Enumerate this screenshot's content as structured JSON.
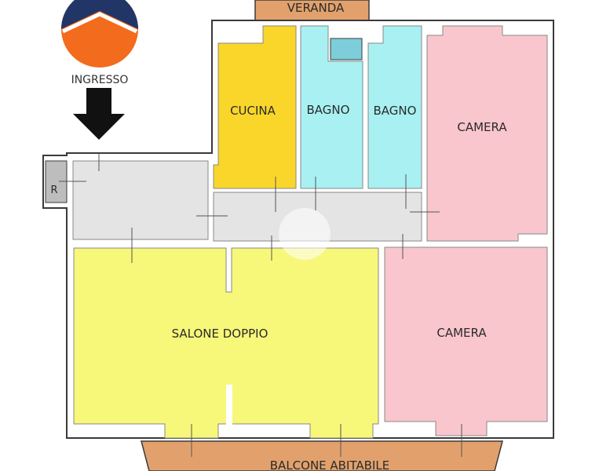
{
  "entrance": {
    "label": "INGRESSO"
  },
  "rooms": {
    "veranda": "VERANDA",
    "cucina": "CUCINA",
    "bagno_1": "BAGNO",
    "bagno_2": "BAGNO",
    "camera_top": "CAMERA",
    "camera_bottom": "CAMERA",
    "salone": "SALONE   DOPPIO",
    "balcone": "BALCONE   ABITABILE",
    "ripostiglio": "R"
  },
  "colors": {
    "wall": "#3a3a3a",
    "corridor": "#e4e4e4",
    "kitchen": "#fad62a",
    "bath": "#a8f0f2",
    "bedroom": "#f9c6cd",
    "living": "#f7f77a",
    "terrace": "#e2a16c",
    "storage": "#bdbdbd",
    "logo_orange": "#f36b1c",
    "logo_navy": "#213667"
  }
}
